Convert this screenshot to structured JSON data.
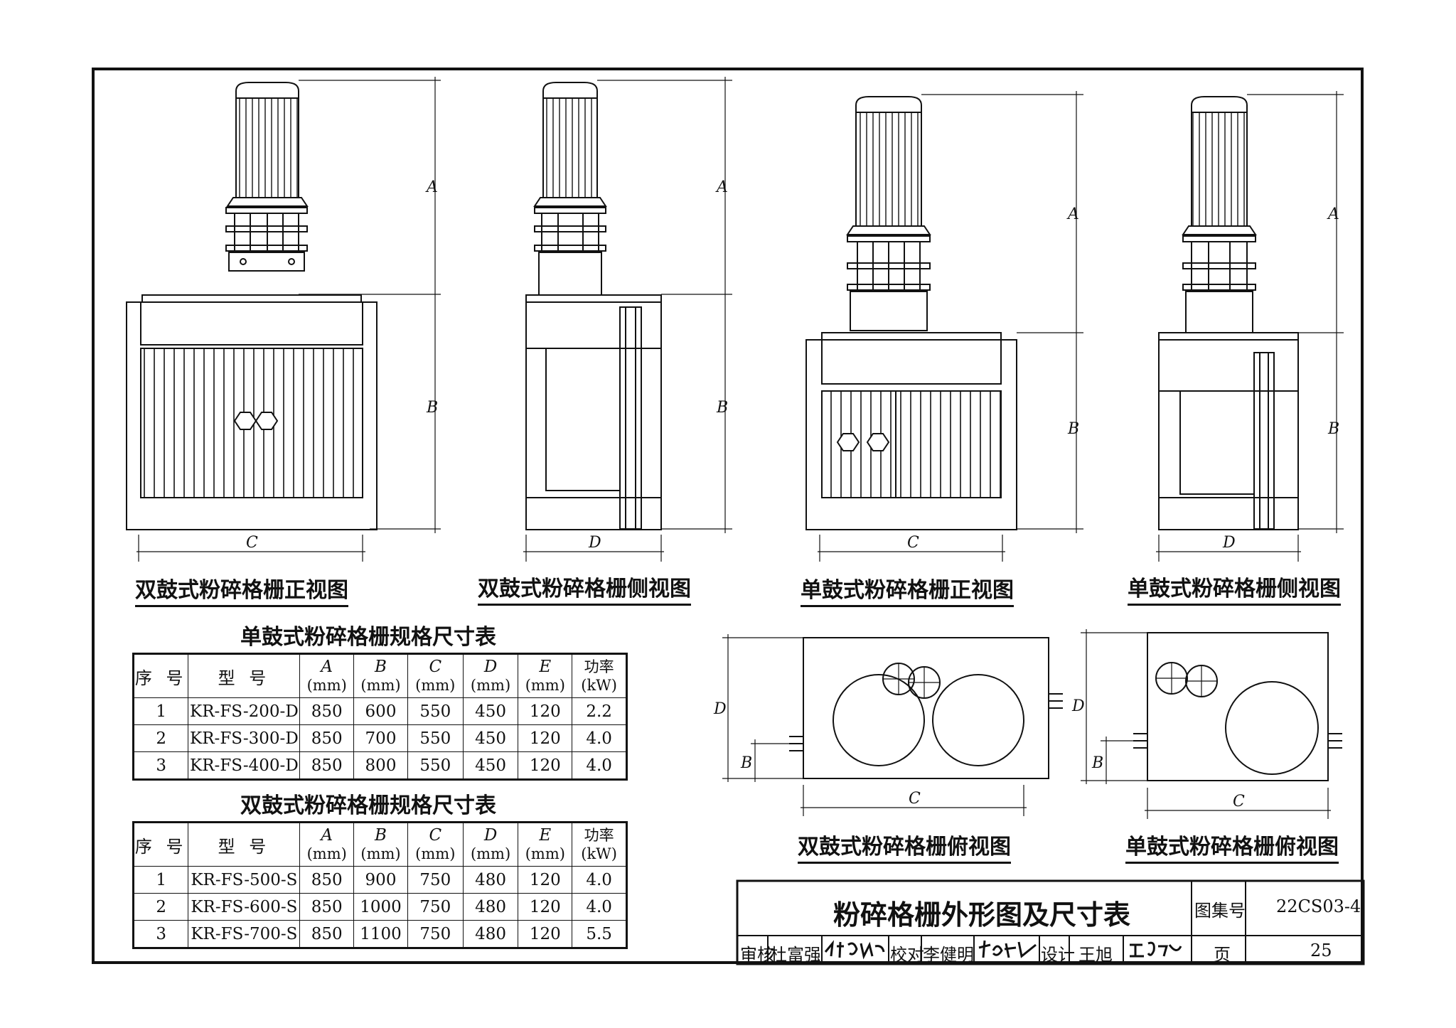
{
  "views": {
    "double_front": "双鼓式粉碎格栅正视图",
    "double_side": "双鼓式粉碎格栅侧视图",
    "single_front": "单鼓式粉碎格栅正视图",
    "single_side": "单鼓式粉碎格栅侧视图",
    "double_top": "双鼓式粉碎格栅俯视图",
    "single_top": "单鼓式粉碎格栅俯视图"
  },
  "dim_labels": {
    "a": "A",
    "b": "B",
    "c": "C",
    "d": "D"
  },
  "tables": [
    {
      "title": "单鼓式粉碎格栅规格尺寸表",
      "headers": {
        "no": "序 号",
        "model": "型 号",
        "a": "A",
        "b": "B",
        "c": "C",
        "d": "D",
        "e": "E",
        "unit": "(mm)",
        "power": "功率",
        "power_unit": "(kW)"
      },
      "rows": [
        [
          "1",
          "KR-FS-200-D",
          "850",
          "600",
          "550",
          "450",
          "120",
          "2.2"
        ],
        [
          "2",
          "KR-FS-300-D",
          "850",
          "700",
          "550",
          "450",
          "120",
          "4.0"
        ],
        [
          "3",
          "KR-FS-400-D",
          "850",
          "800",
          "550",
          "450",
          "120",
          "4.0"
        ]
      ]
    },
    {
      "title": "双鼓式粉碎格栅规格尺寸表",
      "headers": {
        "no": "序 号",
        "model": "型 号",
        "a": "A",
        "b": "B",
        "c": "C",
        "d": "D",
        "e": "E",
        "unit": "(mm)",
        "power": "功率",
        "power_unit": "(kW)"
      },
      "rows": [
        [
          "1",
          "KR-FS-500-S",
          "850",
          "900",
          "750",
          "480",
          "120",
          "4.0"
        ],
        [
          "2",
          "KR-FS-600-S",
          "850",
          "1000",
          "750",
          "480",
          "120",
          "4.0"
        ],
        [
          "3",
          "KR-FS-700-S",
          "850",
          "1100",
          "750",
          "480",
          "120",
          "5.5"
        ]
      ]
    }
  ],
  "title_block": {
    "title": "粉碎格栅外形图及尺寸表",
    "atlas_label": "图集号",
    "atlas_no": "22CS03-4",
    "review_label": "审核",
    "reviewer": "杜富强",
    "check_label": "校对",
    "checker": "李健明",
    "design_label": "设计",
    "designer": "王旭",
    "page_label": "页",
    "page_no": "25"
  }
}
